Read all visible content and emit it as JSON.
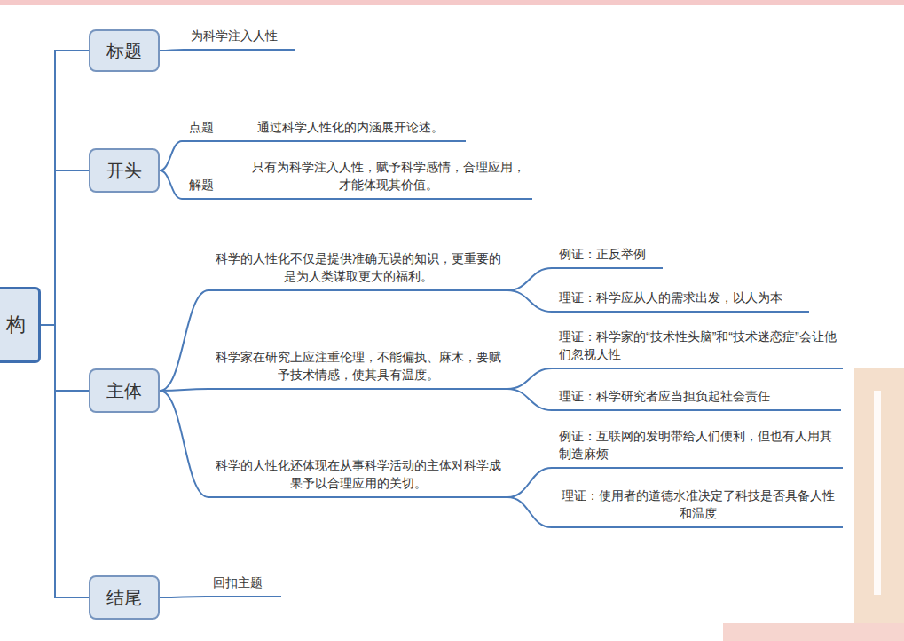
{
  "diagram": {
    "nodes": [
      {
        "text": [
          "构"
        ]
      },
      {
        "text": [
          "标题"
        ]
      },
      {
        "text": [
          "为科学注入人性"
        ]
      },
      {
        "text": [
          "开头"
        ]
      },
      {
        "text": [
          "点题",
          "通过科学人性化的内涵展开论述。"
        ]
      },
      {
        "text": [
          "解题",
          "只有为科学注入人性，赋予科学感情，合理应用，才能体现其价值。"
        ]
      },
      {
        "text": [
          "主体"
        ]
      },
      {
        "text": [
          "科学的人性化不仅是提供准确无误的知识，更重要的是为人类谋取更大的福利。"
        ]
      },
      {
        "text": [
          "例证：正反举例"
        ]
      },
      {
        "text": [
          "理证：科学应从人的需求出发，以人为本"
        ]
      },
      {
        "text": [
          "科学家在研究上应注重伦理，不能偏执、麻木，要赋予技术情感，使其具有温度。"
        ]
      },
      {
        "text": [
          "理证：科学家的“技术性头脑”和“技术迷恋症”会让他们忽视人性"
        ]
      },
      {
        "text": [
          "理证：科学研究者应当担负起社会责任"
        ]
      },
      {
        "text": [
          "科学的人性化还体现在从事科学活动的主体对科学成果予以合理应用的关切。"
        ]
      },
      {
        "text": [
          "例证：互联网的发明带给人们便利，但也有人用其制造麻烦"
        ]
      },
      {
        "text": [
          "理证：使用者的道德水准决定了科技是否具备人性和温度"
        ]
      },
      {
        "text": [
          "结尾"
        ]
      },
      {
        "text": [
          "回扣主题"
        ]
      }
    ],
    "edges": [
      {
        "from": 0,
        "to": 1,
        "arrow": "none"
      },
      {
        "from": 0,
        "to": 3,
        "arrow": "none"
      },
      {
        "from": 0,
        "to": 6,
        "arrow": "none"
      },
      {
        "from": 0,
        "to": 16,
        "arrow": "none"
      },
      {
        "from": 1,
        "to": 2,
        "arrow": "none"
      },
      {
        "from": 3,
        "to": 4,
        "arrow": "none"
      },
      {
        "from": 3,
        "to": 5,
        "arrow": "none"
      },
      {
        "from": 6,
        "to": 7,
        "arrow": "none"
      },
      {
        "from": 6,
        "to": 10,
        "arrow": "none"
      },
      {
        "from": 6,
        "to": 13,
        "arrow": "none"
      },
      {
        "from": 7,
        "to": 8,
        "arrow": "none"
      },
      {
        "from": 7,
        "to": 9,
        "arrow": "none"
      },
      {
        "from": 10,
        "to": 11,
        "arrow": "none"
      },
      {
        "from": 10,
        "to": 12,
        "arrow": "none"
      },
      {
        "from": 13,
        "to": 14,
        "arrow": "none"
      },
      {
        "from": 13,
        "to": 15,
        "arrow": "none"
      },
      {
        "from": 16,
        "to": 17,
        "arrow": "none"
      }
    ]
  }
}
